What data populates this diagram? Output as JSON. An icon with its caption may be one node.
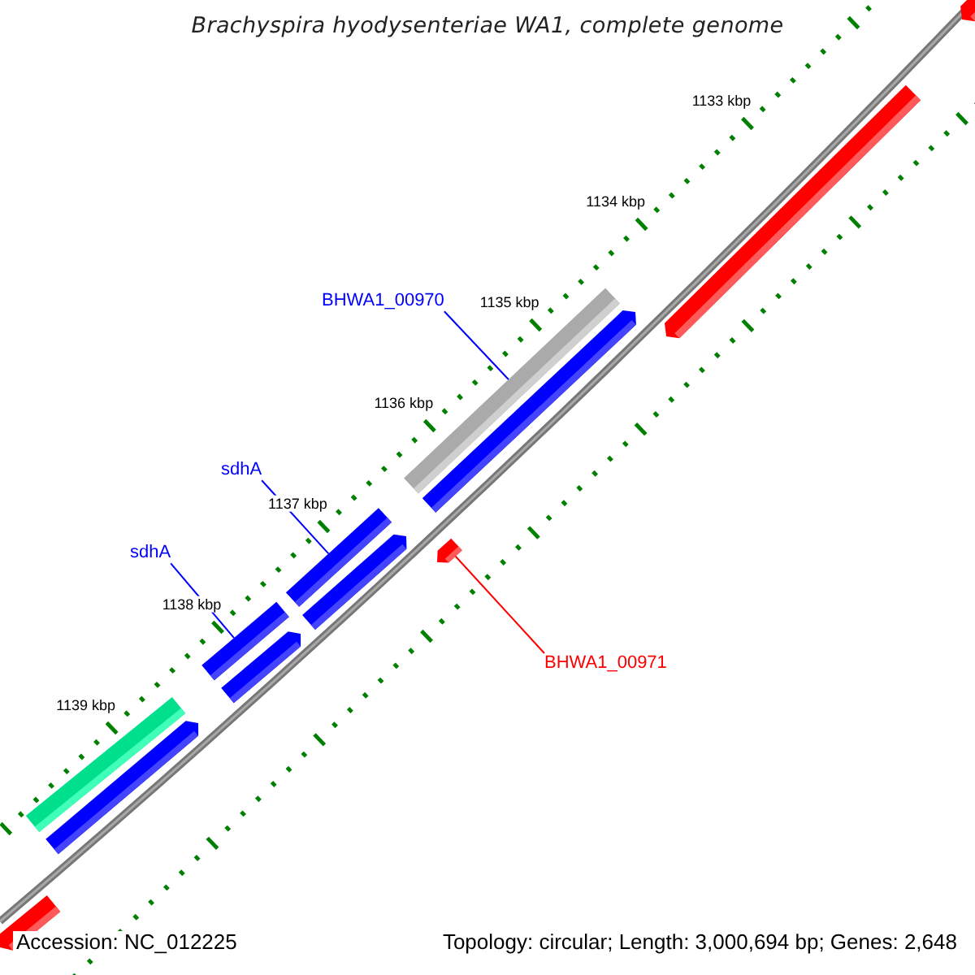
{
  "diagram": {
    "title": "Brachyspira hyodysenteriae WA1, complete genome",
    "nodes": [
      {
        "text": [
          "BHWA1_00970"
        ]
      },
      {
        "text": [
          "sdhA"
        ]
      },
      {
        "text": [
          "sdhA"
        ]
      },
      {
        "text": [
          "BHWA1_00971"
        ]
      },
      {
        "text": [],
        "shape": "bar"
      },
      {
        "text": [],
        "shape": "bar"
      },
      {
        "text": [],
        "shape": "bar"
      },
      {
        "text": [],
        "shape": "bar"
      },
      {
        "text": [],
        "shape": "bar"
      },
      {
        "text": [],
        "shape": "bar"
      },
      {
        "text": [],
        "shape": "bar"
      },
      {
        "text": [],
        "shape": "bar"
      },
      {
        "text": [],
        "shape": "bar"
      },
      {
        "text": [],
        "shape": "bar"
      },
      {
        "text": [],
        "shape": "bar"
      },
      {
        "text": [],
        "shape": "bar"
      }
    ],
    "edges": [
      {
        "from": 0,
        "to": 11,
        "arrow": "none"
      },
      {
        "from": 1,
        "to": 9,
        "arrow": "none"
      },
      {
        "from": 2,
        "to": 7,
        "arrow": "none"
      },
      {
        "from": 3,
        "to": 13,
        "arrow": "none",
        "color": "#ff0000"
      }
    ],
    "labels": [
      "1133 kbp",
      "1134 kbp",
      "1135 kbp",
      "1136 kbp",
      "1137 kbp",
      "1138 kbp",
      "1139 kbp",
      "Accession: NC_012225",
      "Topology: circular; Length: 3,000,694 bp; Genes: 2,648"
    ]
  }
}
